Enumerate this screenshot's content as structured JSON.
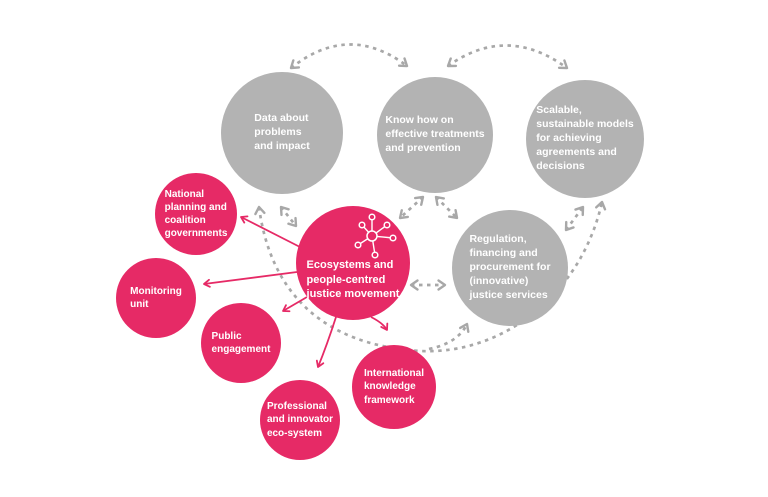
{
  "diagram": {
    "title": "",
    "colors": {
      "background": "#ffffff",
      "gray_node": "#b3b3b3",
      "pink_node": "#e62a66",
      "dashed_arrow": "#a8a8a8",
      "label_text": "#ffffff"
    },
    "nodes": {
      "data_about": {
        "label": "Data about\nproblems\nand impact",
        "color_role": "gray"
      },
      "know_how": {
        "label": "Know how on\neffective treatments\nand prevention",
        "color_role": "gray"
      },
      "scalable": {
        "label": "Scalable,\nsustainable models\nfor achieving\nagreements and\ndecisions",
        "color_role": "gray"
      },
      "regulation": {
        "label": "Regulation,\nfinancing and\nprocurement for\n(innovative)\njustice services",
        "color_role": "gray"
      },
      "hub": {
        "label": "Ecosystems and\npeople-centred\njustice movement",
        "color_role": "pink",
        "icon": "network-icon"
      },
      "national": {
        "label": "National\nplanning and\ncoalition\ngovernments",
        "color_role": "pink"
      },
      "monitoring": {
        "label": "Monitoring\nunit",
        "color_role": "pink"
      },
      "public": {
        "label": "Public\nengagement",
        "color_role": "pink"
      },
      "professional": {
        "label": "Professional\nand innovator\neco-system",
        "color_role": "pink"
      },
      "international": {
        "label": "International\nknowledge\nframework",
        "color_role": "pink"
      }
    },
    "edges": [
      {
        "from": "data_about",
        "to": "know_how",
        "style": "dashed",
        "bidirectional": true
      },
      {
        "from": "know_how",
        "to": "scalable",
        "style": "dashed",
        "bidirectional": true
      },
      {
        "from": "hub",
        "to": "data_about",
        "style": "dashed",
        "bidirectional": true
      },
      {
        "from": "hub",
        "to": "know_how",
        "style": "dashed",
        "bidirectional": true
      },
      {
        "from": "know_how",
        "to": "regulation",
        "style": "dashed",
        "bidirectional": true
      },
      {
        "from": "hub",
        "to": "regulation",
        "style": "dashed",
        "bidirectional": true
      },
      {
        "from": "regulation",
        "to": "scalable",
        "style": "dashed",
        "bidirectional": true
      },
      {
        "from": "data_about",
        "to": "scalable",
        "style": "dashed",
        "bidirectional": true
      },
      {
        "from": "international",
        "to": "regulation",
        "style": "dashed",
        "bidirectional": false
      },
      {
        "from": "hub",
        "to": "national",
        "style": "solid",
        "bidirectional": false
      },
      {
        "from": "hub",
        "to": "monitoring",
        "style": "solid",
        "bidirectional": false
      },
      {
        "from": "hub",
        "to": "public",
        "style": "solid",
        "bidirectional": false
      },
      {
        "from": "hub",
        "to": "professional",
        "style": "solid",
        "bidirectional": false
      },
      {
        "from": "hub",
        "to": "international",
        "style": "solid",
        "bidirectional": false
      }
    ]
  }
}
